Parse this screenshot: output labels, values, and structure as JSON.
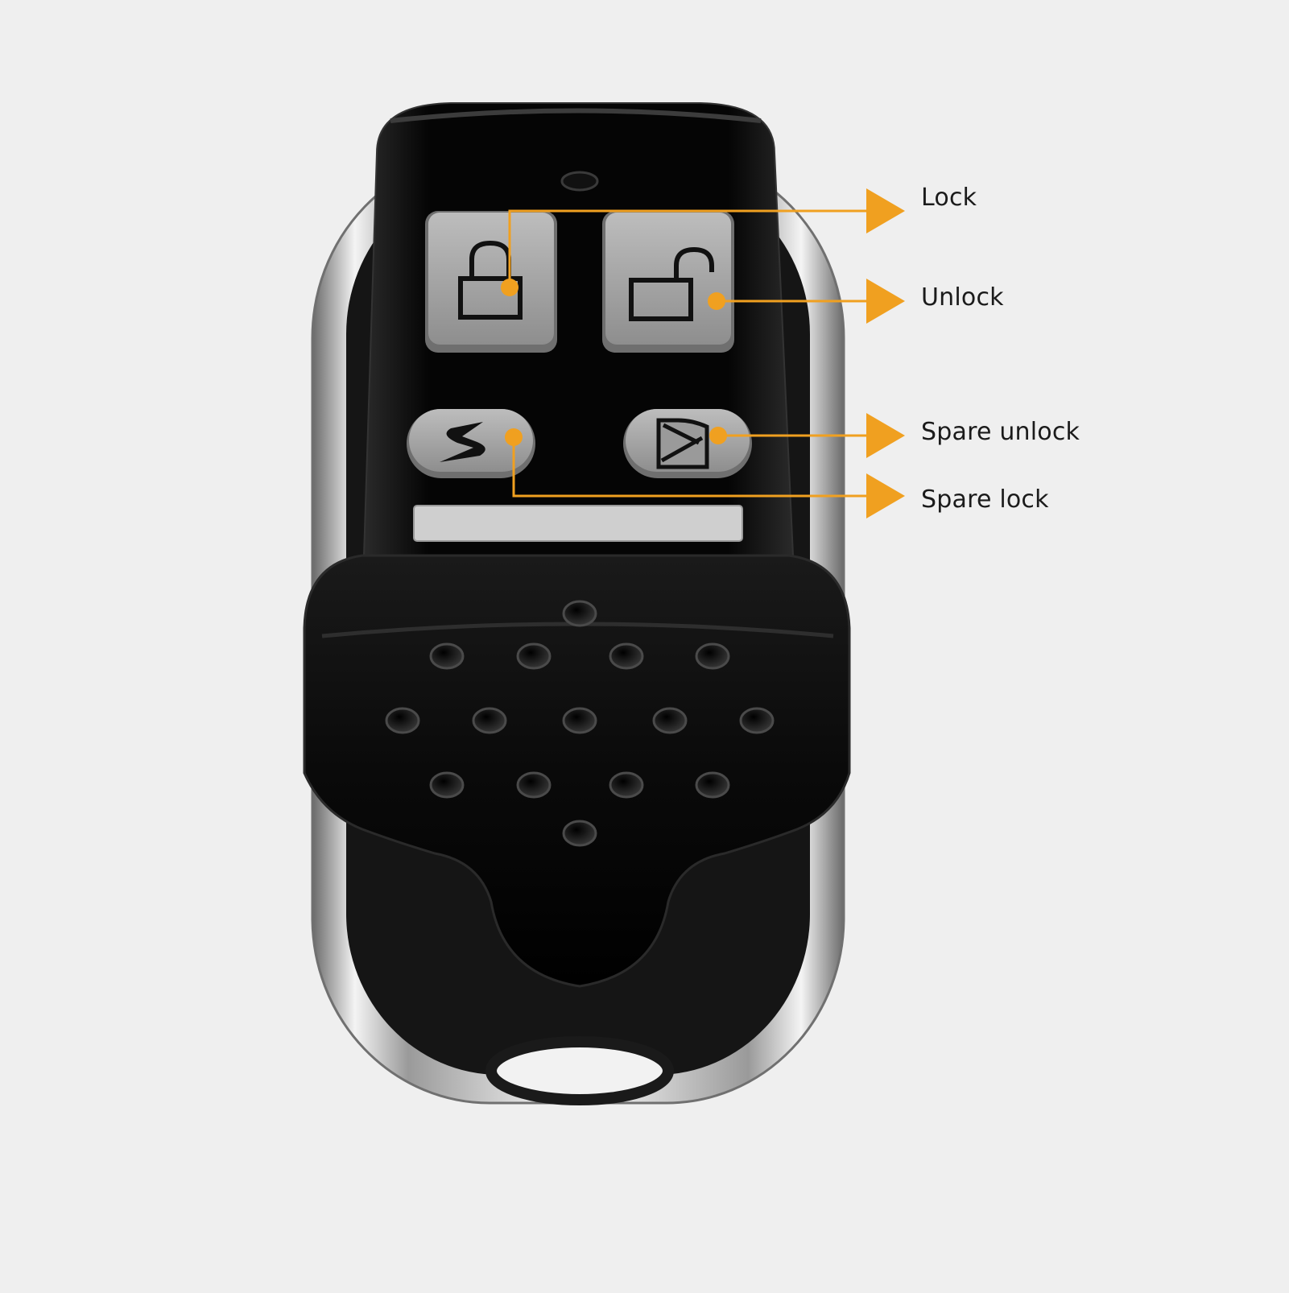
{
  "callouts": [
    {
      "id": "lock",
      "label": "Lock"
    },
    {
      "id": "unlock",
      "label": "Unlock"
    },
    {
      "id": "spare_unlock",
      "label": "Spare unlock"
    },
    {
      "id": "spare_lock",
      "label": "Spare lock"
    }
  ],
  "colors": {
    "background": "#efefef",
    "accent": "#f0a020",
    "body": "#0b0b0b",
    "chrome": "#d8d8d8",
    "button": "#a9a9a9"
  },
  "icons": [
    "closed-padlock-icon",
    "open-padlock-icon",
    "lightning-bolt-icon",
    "car-door-icon"
  ]
}
